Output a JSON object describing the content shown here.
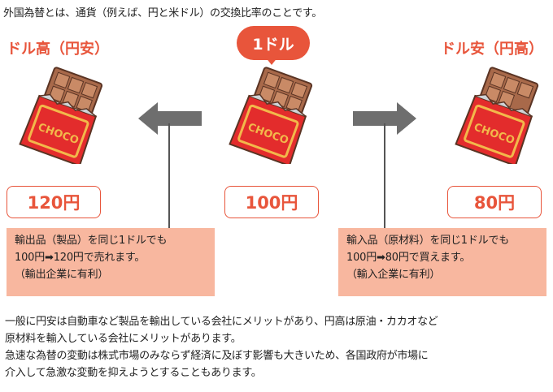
{
  "intro": "外国為替とは、通貨（例えば、円と米ドル）の交換比率のことです。",
  "left": {
    "heading": "ドル高（円安）",
    "price": "120円",
    "note": [
      "輸出品（製品）を同じ1ドルでも",
      "100円➡120円で売れます。",
      "（輸出企業に有利）"
    ]
  },
  "center": {
    "bubble": "1ドル",
    "price": "100円"
  },
  "right": {
    "heading": "ドル安（円高）",
    "price": "80円",
    "note": [
      "輸入品（原材料）を同じ1ドルでも",
      "100円➡80円で買えます。",
      "（輸入企業に有利）"
    ]
  },
  "chocolate_label": "CHOCO",
  "body": [
    "一般に円安は自動車など製品を輸出している会社にメリットがあり、円高は原油・カカオなど",
    "原材料を輸入している会社にメリットがあります。",
    "急速な為替の変動は株式市場のみならず経済に及ぼす影響も大きいため、各国政府が市場に",
    "介入して急激な変動を抑えようとすることもあります。"
  ],
  "colors": {
    "accent": "#e8553b",
    "note_bg": "#f8b79f",
    "arrow": "#6e6e6e",
    "chocolate": "#a8694a",
    "wrapper": "#e32c2c"
  }
}
